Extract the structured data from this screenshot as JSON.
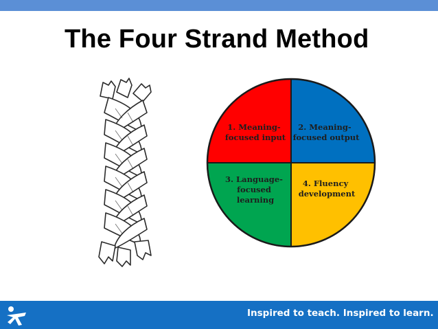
{
  "slide": {
    "title": "The Four Strand Method"
  },
  "pie": {
    "quadrants": [
      {
        "color": "#ff0000",
        "lines": [
          "1. Meaning-",
          "focused input"
        ]
      },
      {
        "color": "#0070c0",
        "lines": [
          "2. Meaning-",
          "focused output"
        ]
      },
      {
        "color": "#00a550",
        "lines": [
          "3. Language-",
          "focused",
          "learning"
        ]
      },
      {
        "color": "#ffc000",
        "lines": [
          "4. Fluency",
          "development"
        ]
      }
    ]
  },
  "braid": {
    "icon": "braided-rope-illustration"
  },
  "footer": {
    "tagline": "Inspired to teach. Inspired to learn.",
    "logo_icon": "star-logo-icon",
    "background": "#1570c4"
  },
  "colors": {
    "top_bar": "#5b8fd6"
  }
}
